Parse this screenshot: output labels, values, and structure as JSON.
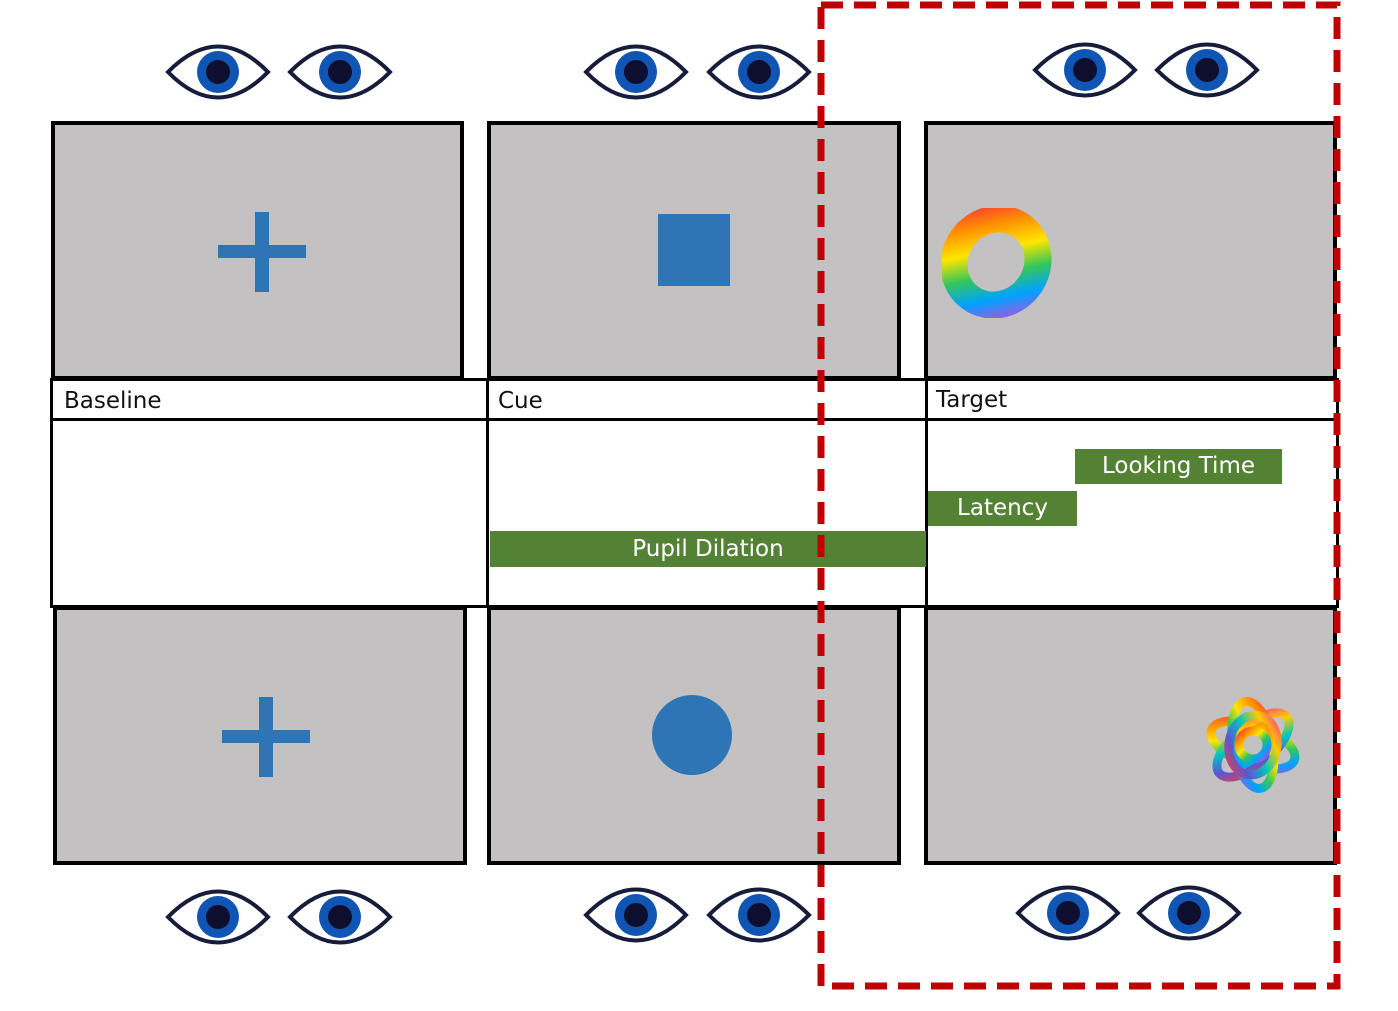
{
  "phases": [
    {
      "label": "Baseline"
    },
    {
      "label": "Cue"
    },
    {
      "label": "Target"
    }
  ],
  "measures": {
    "pupil": "Pupil Dilation",
    "latency": "Latency",
    "looking": "Looking Time"
  },
  "stimuli": {
    "top": [
      "plus-icon",
      "square-icon",
      "torus-icon"
    ],
    "bottom": [
      "plus-icon",
      "circle-icon",
      "knot-icon"
    ]
  },
  "colors": {
    "screen": "#c3c1c2",
    "stimulus_blue": "#2e75b6",
    "measure_green": "#548235",
    "highlight_red": "#c00000",
    "eye_iris": "#1055b3",
    "eye_pupil": "#0e0e2e"
  }
}
